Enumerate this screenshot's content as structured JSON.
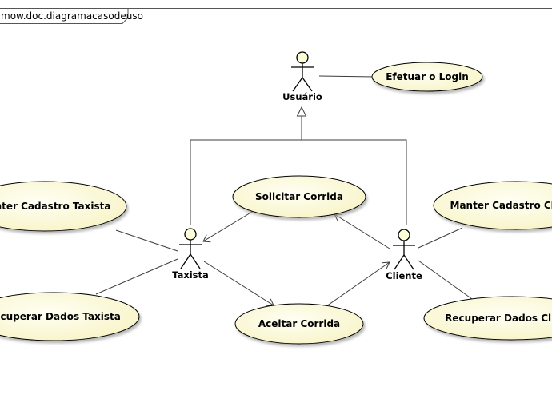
{
  "frame": {
    "label": "mow.doc.diagramacasodeuso"
  },
  "actors": [
    {
      "id": "usuario",
      "name": "Usuário"
    },
    {
      "id": "taxista",
      "name": "Taxista"
    },
    {
      "id": "cliente",
      "name": "Cliente"
    }
  ],
  "use_cases": [
    {
      "id": "login",
      "name": "Efetuar o Login"
    },
    {
      "id": "solicitar",
      "name": "Solicitar Corrida"
    },
    {
      "id": "aceitar",
      "name": "Aceitar Corrida"
    },
    {
      "id": "manter_taxista",
      "name": "Manter Cadastro Taxista"
    },
    {
      "id": "recuperar_taxista",
      "name": "Recuperar Dados Taxista"
    },
    {
      "id": "manter_cliente",
      "name": "Manter Cadastro Cliente"
    },
    {
      "id": "recuperar_cliente",
      "name": "Recuperar Dados Cliente"
    }
  ],
  "colors": {
    "usecase_fill": "#fefed6",
    "line": "#3c3c3c",
    "actor_head": "#fdfdd8"
  }
}
